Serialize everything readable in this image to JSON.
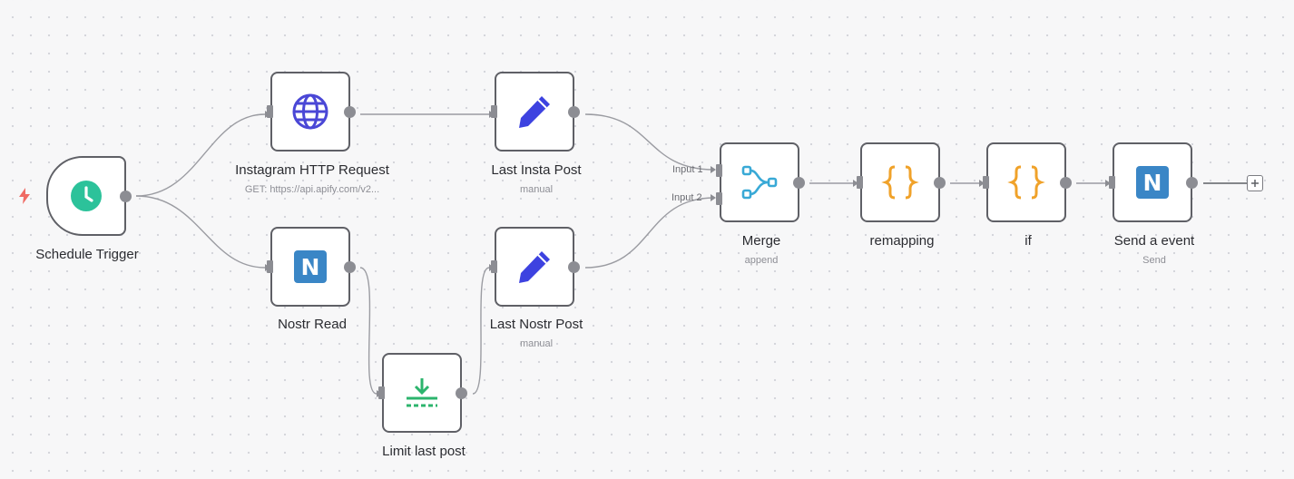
{
  "workflow": {
    "nodes": [
      {
        "id": "schedule-trigger",
        "label": "Schedule Trigger",
        "subtitle": "",
        "icon": "clock-icon"
      },
      {
        "id": "instagram-http-request",
        "label": "Instagram HTTP Request",
        "subtitle": "GET: https://api.apify.com/v2...",
        "icon": "globe-icon"
      },
      {
        "id": "nostr-read",
        "label": "Nostr Read",
        "subtitle": "",
        "icon": "nostr-icon"
      },
      {
        "id": "limit-last-post",
        "label": "Limit last post",
        "subtitle": "",
        "icon": "limit-icon"
      },
      {
        "id": "last-insta-post",
        "label": "Last Insta Post",
        "subtitle": "manual",
        "icon": "pencil-icon"
      },
      {
        "id": "last-nostr-post",
        "label": "Last Nostr Post",
        "subtitle": "manual",
        "icon": "pencil-icon"
      },
      {
        "id": "merge",
        "label": "Merge",
        "subtitle": "append",
        "icon": "merge-icon"
      },
      {
        "id": "remapping",
        "label": "remapping",
        "subtitle": "",
        "icon": "braces-icon"
      },
      {
        "id": "if",
        "label": "if",
        "subtitle": "",
        "icon": "braces-icon"
      },
      {
        "id": "send-a-event",
        "label": "Send a event",
        "subtitle": "Send",
        "icon": "nostr-icon"
      }
    ],
    "merge_inputs": [
      "Input 1",
      "Input 2"
    ],
    "nostr_letter": "N"
  },
  "colors": {
    "globe": "#4a47d6",
    "pencil": "#3d42e0",
    "clock": "#2cc29a",
    "limit": "#2cb46d",
    "merge": "#39a9d6",
    "braces": "#f0a22a",
    "nostr": "#3a86c6",
    "bolt": "#ef6a63",
    "edge": "#9b9ca2"
  }
}
